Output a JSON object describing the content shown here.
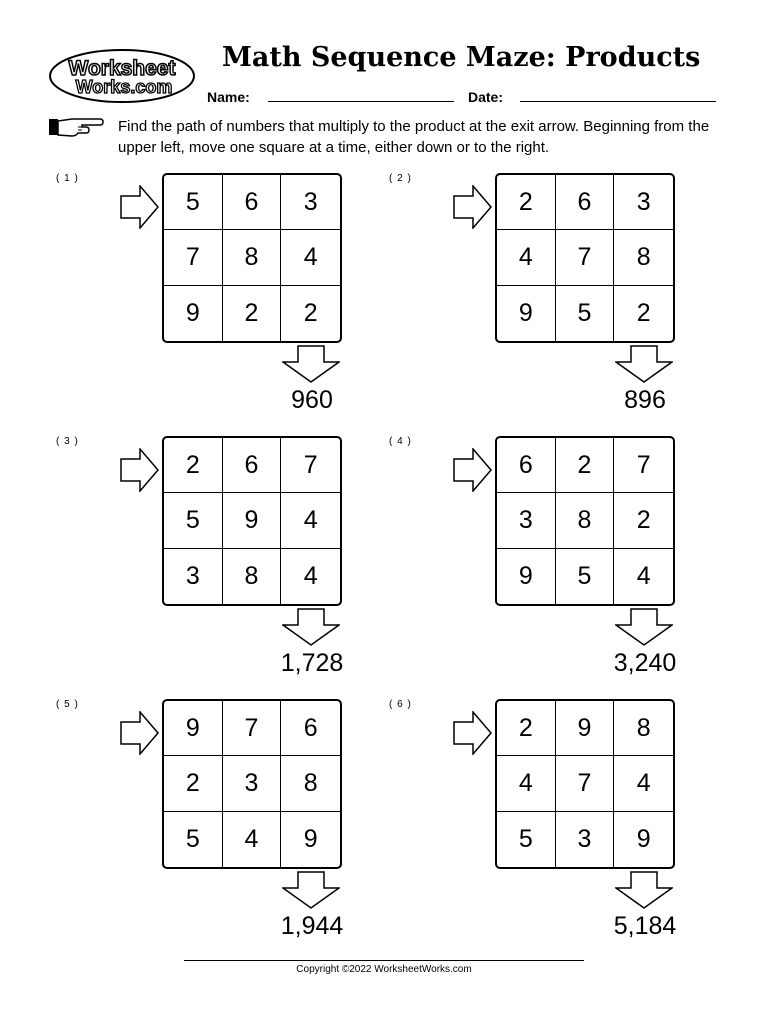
{
  "header": {
    "logo_line1": "Worksheet",
    "logo_line2": "Works.com",
    "title": "Math Sequence Maze: Products",
    "name_label": "Name:",
    "date_label": "Date:"
  },
  "instructions": "Find the path of numbers that multiply to the product at the exit arrow. Beginning from the upper left, move one square at a time, either down or to the right.",
  "puzzles": [
    {
      "label": "( 1 )",
      "cells": [
        "5",
        "6",
        "3",
        "7",
        "8",
        "4",
        "9",
        "2",
        "2"
      ],
      "product": "960"
    },
    {
      "label": "( 2 )",
      "cells": [
        "2",
        "6",
        "3",
        "4",
        "7",
        "8",
        "9",
        "5",
        "2"
      ],
      "product": "896"
    },
    {
      "label": "( 3 )",
      "cells": [
        "2",
        "6",
        "7",
        "5",
        "9",
        "4",
        "3",
        "8",
        "4"
      ],
      "product": "1,728"
    },
    {
      "label": "( 4 )",
      "cells": [
        "6",
        "2",
        "7",
        "3",
        "8",
        "2",
        "9",
        "5",
        "4"
      ],
      "product": "3,240"
    },
    {
      "label": "( 5 )",
      "cells": [
        "9",
        "7",
        "6",
        "2",
        "3",
        "8",
        "5",
        "4",
        "9"
      ],
      "product": "1,944"
    },
    {
      "label": "( 6 )",
      "cells": [
        "2",
        "9",
        "8",
        "4",
        "7",
        "4",
        "5",
        "3",
        "9"
      ],
      "product": "5,184"
    }
  ],
  "footer": {
    "copyright": "Copyright ©2022 WorksheetWorks.com"
  }
}
